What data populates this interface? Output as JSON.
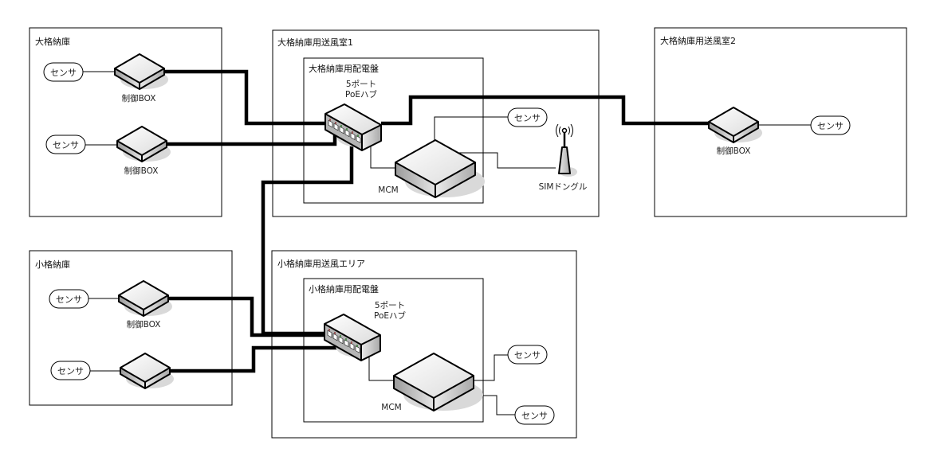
{
  "diagram": {
    "zones": {
      "large_storage": "大格納庫",
      "large_blower_room1": "大格納庫用送風室1",
      "large_panel": "大格納庫用配電盤",
      "large_blower_room2": "大格納庫用送風室2",
      "small_storage": "小格納庫",
      "small_blower_area": "小格納庫用送風エリア",
      "small_panel": "小格納庫用配電盤"
    },
    "devices": {
      "control_box": "制御BOX",
      "hub_line1": "5ポート",
      "hub_line2": "PoEハブ",
      "mcm": "MCM",
      "sim_dongle": "SIMドングル",
      "sensor": "センサ"
    },
    "legend_colors": {
      "line": "#000000",
      "device_top": "#f4f4f4",
      "device_side": "#bdbdbd",
      "shadow": "#d8d8d8"
    }
  }
}
